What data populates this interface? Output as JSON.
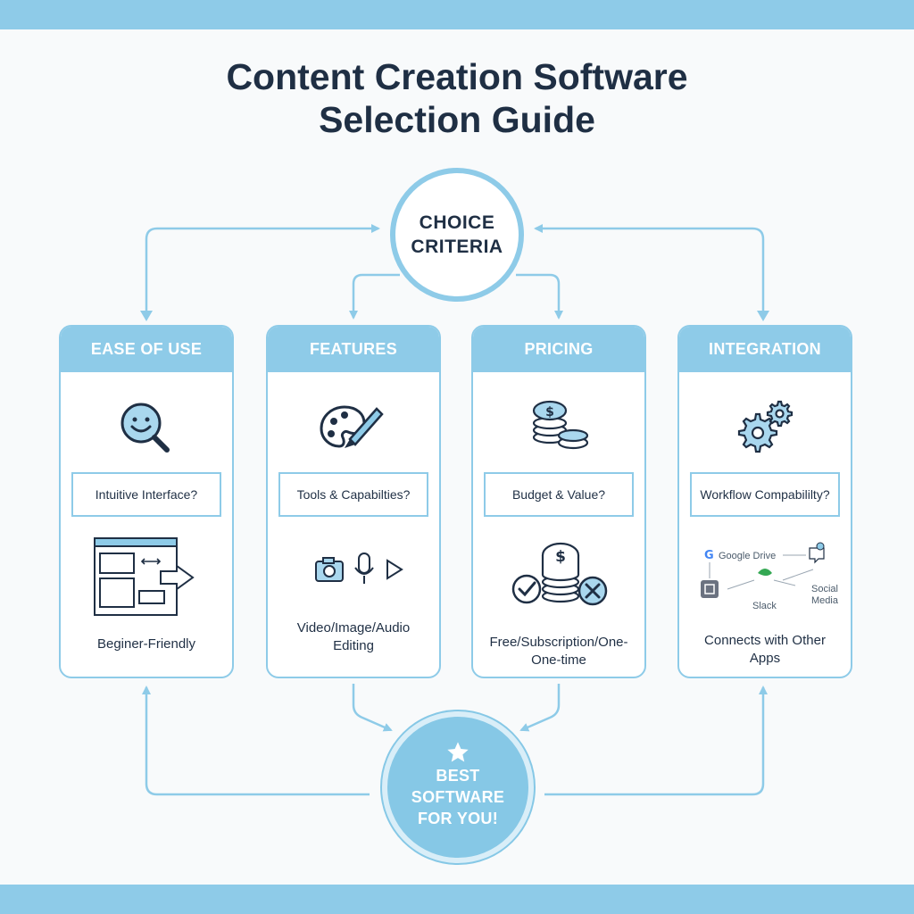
{
  "title_line1": "Content Creation Software",
  "title_line2": "Selection Guide",
  "center": {
    "line1": "CHOICE",
    "line2": "CRITERIA"
  },
  "result": {
    "line1": "BEST",
    "line2": "SOFTWARE",
    "line3": "FOR YOU!"
  },
  "cards": [
    {
      "title": "EASE OF USE",
      "question": "Intuitive Interface?",
      "caption": "Beginer-Friendly",
      "icon": "smiley-magnifier-icon",
      "illustration": "interface-window-icon"
    },
    {
      "title": "FEATURES",
      "question": "Tools & Capabilties?",
      "caption_line1": "Video/Image/Audio",
      "caption_line2": "Editing",
      "icon": "palette-brush-icon",
      "illustration": "media-tools-icons"
    },
    {
      "title": "PRICING",
      "question": "Budget & Value?",
      "caption_line1": "Free/Subscription/One-",
      "caption_line2": "One-time",
      "icon": "coins-icon",
      "illustration": "coins-check-cross-icon"
    },
    {
      "title": "INTEGRATION",
      "question": "Workflow Compabililty?",
      "caption_line1": "Connects with Other",
      "caption_line2": "Apps",
      "icon": "gears-icon",
      "illustration": "app-connections-diagram"
    }
  ],
  "integration_apps": {
    "drive": "Google Drive",
    "slack": "Slack",
    "social_line1": "Social",
    "social_line2": "Media"
  },
  "colors": {
    "accent": "#8ecbe8",
    "text": "#1f2f44",
    "icon_stroke": "#1f2f44",
    "icon_fill": "#8ecbe8"
  }
}
